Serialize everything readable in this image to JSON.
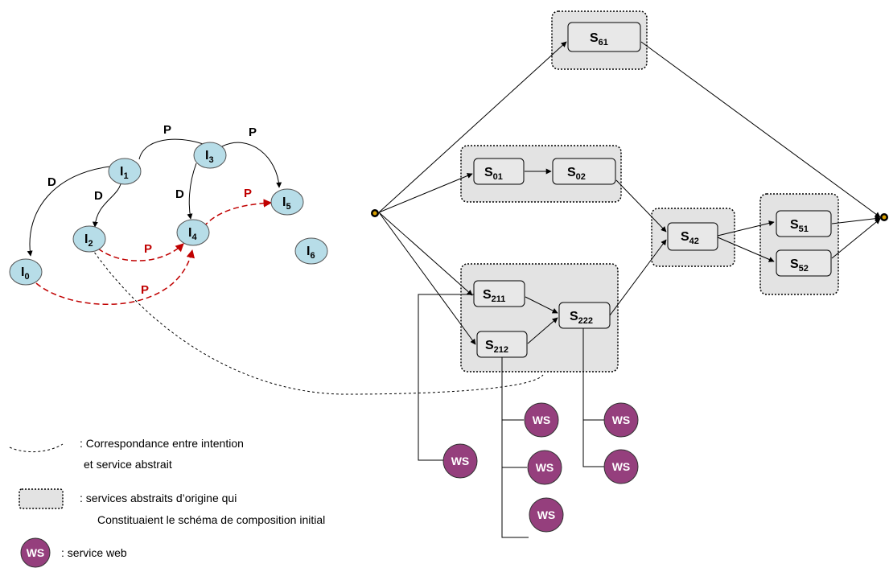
{
  "intentions": [
    {
      "id": "I1",
      "main": "I",
      "sub": "1"
    },
    {
      "id": "I3",
      "main": "I",
      "sub": "3"
    },
    {
      "id": "I2",
      "main": "I",
      "sub": "2"
    },
    {
      "id": "I4",
      "main": "I",
      "sub": "4"
    },
    {
      "id": "I5",
      "main": "I",
      "sub": "5"
    },
    {
      "id": "I0",
      "main": "I",
      "sub": "0"
    },
    {
      "id": "I6",
      "main": "I",
      "sub": "6"
    }
  ],
  "intention_edges": [
    {
      "from": "I1",
      "to": "I3",
      "label": "P",
      "style": "solid"
    },
    {
      "from": "I3",
      "to": "I5",
      "label": "P",
      "style": "solid"
    },
    {
      "from": "I1",
      "to": "I0",
      "label": "D",
      "style": "solid"
    },
    {
      "from": "I1",
      "to": "I2",
      "label": "D",
      "style": "solid"
    },
    {
      "from": "I3",
      "to": "I4",
      "label": "D",
      "style": "solid"
    },
    {
      "from": "I4",
      "to": "I5",
      "label": "P",
      "style": "dashed"
    },
    {
      "from": "I2",
      "to": "I4",
      "label": "P",
      "style": "dashed"
    },
    {
      "from": "I0",
      "to": "I4",
      "label": "P",
      "style": "dashed"
    }
  ],
  "services": [
    {
      "id": "S61",
      "main": "S",
      "sub": "61"
    },
    {
      "id": "S01",
      "main": "S",
      "sub": "01"
    },
    {
      "id": "S02",
      "main": "S",
      "sub": "02"
    },
    {
      "id": "S42",
      "main": "S",
      "sub": "42"
    },
    {
      "id": "S51",
      "main": "S",
      "sub": "51"
    },
    {
      "id": "S52",
      "main": "S",
      "sub": "52"
    },
    {
      "id": "S211",
      "main": "S",
      "sub": "211"
    },
    {
      "id": "S212",
      "main": "S",
      "sub": "212"
    },
    {
      "id": "S222",
      "main": "S",
      "sub": "222"
    }
  ],
  "ws_label": "WS",
  "legend": {
    "correspondence_line1": ": Correspondance entre intention",
    "correspondence_line2": "et service abstrait",
    "abstract_line1": ": services abstraits d’origine qui",
    "abstract_line2": "Constituaient le schéma de composition initial",
    "ws_icon_label": "WS",
    "web_service": ": service web"
  },
  "colors": {
    "intention_fill": "#b7dde8",
    "ws_fill": "#953f7d",
    "dashed_edge": "#c00000",
    "group_fill": "#e3e3e3"
  }
}
